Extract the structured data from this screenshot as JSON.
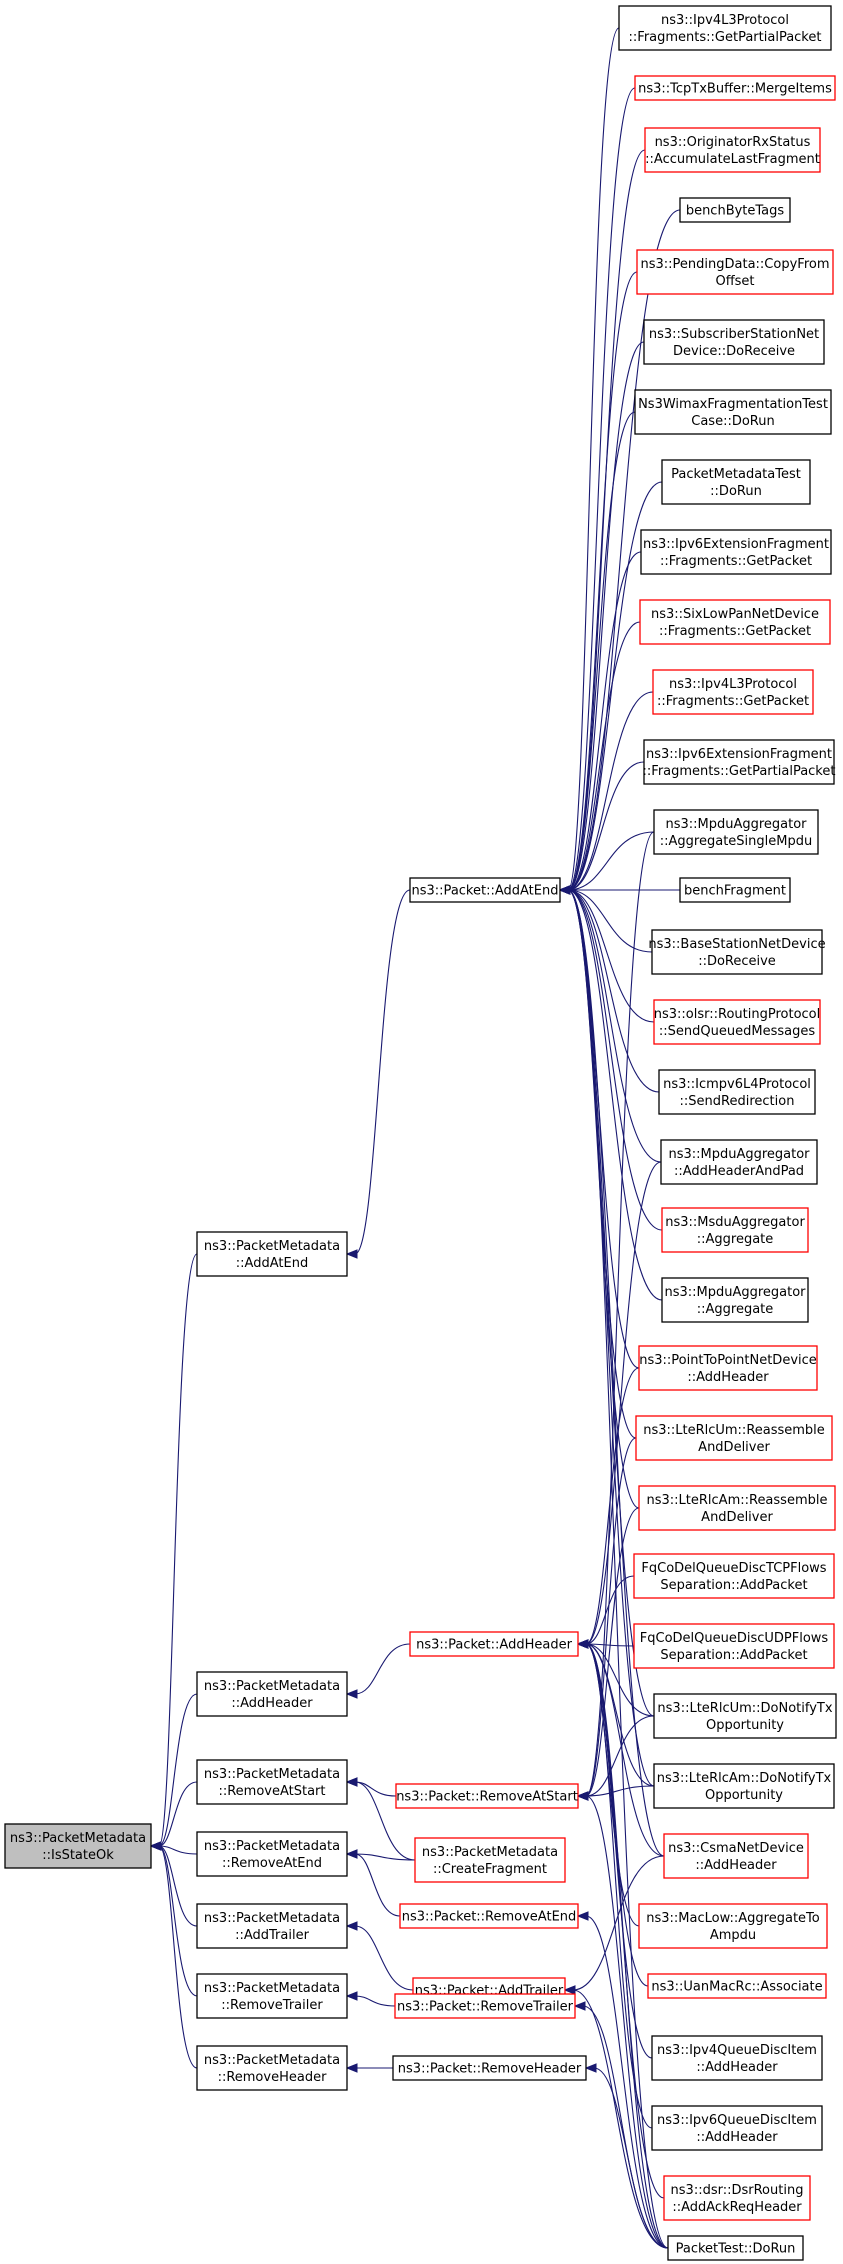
{
  "colors": {
    "edge": "#191970",
    "documented_border": "#000000",
    "undocumented_border": "#ff0000",
    "root_fill": "#bfbfbf"
  },
  "nodes": [
    {
      "id": "root",
      "lines": [
        "ns3::PacketMetadata",
        "::IsStateOk"
      ],
      "style": "root"
    },
    {
      "id": "pm_addatend",
      "lines": [
        "ns3::PacketMetadata",
        "::AddAtEnd"
      ],
      "style": "black"
    },
    {
      "id": "pm_addheader",
      "lines": [
        "ns3::PacketMetadata",
        "::AddHeader"
      ],
      "style": "black"
    },
    {
      "id": "pm_removeatstart",
      "lines": [
        "ns3::PacketMetadata",
        "::RemoveAtStart"
      ],
      "style": "black"
    },
    {
      "id": "pm_removeatend",
      "lines": [
        "ns3::PacketMetadata",
        "::RemoveAtEnd"
      ],
      "style": "black"
    },
    {
      "id": "pm_addtrailer",
      "lines": [
        "ns3::PacketMetadata",
        "::AddTrailer"
      ],
      "style": "black"
    },
    {
      "id": "pm_removetrailer",
      "lines": [
        "ns3::PacketMetadata",
        "::RemoveTrailer"
      ],
      "style": "black"
    },
    {
      "id": "pm_removeheader",
      "lines": [
        "ns3::PacketMetadata",
        "::RemoveHeader"
      ],
      "style": "black"
    },
    {
      "id": "p_addatend",
      "lines": [
        "ns3::Packet::AddAtEnd"
      ],
      "style": "black"
    },
    {
      "id": "p_addheader",
      "lines": [
        "ns3::Packet::AddHeader"
      ],
      "style": "red"
    },
    {
      "id": "p_removeatstart",
      "lines": [
        "ns3::Packet::RemoveAtStart"
      ],
      "style": "red"
    },
    {
      "id": "pm_createfragment",
      "lines": [
        "ns3::PacketMetadata",
        "::CreateFragment"
      ],
      "style": "red"
    },
    {
      "id": "p_removeatend",
      "lines": [
        "ns3::Packet::RemoveAtEnd"
      ],
      "style": "red"
    },
    {
      "id": "p_addtrailer",
      "lines": [
        "ns3::Packet::AddTrailer"
      ],
      "style": "red"
    },
    {
      "id": "p_removetrailer",
      "lines": [
        "ns3::Packet::RemoveTrailer"
      ],
      "style": "red"
    },
    {
      "id": "p_removeheader",
      "lines": [
        "ns3::Packet::RemoveHeader"
      ],
      "style": "black"
    },
    {
      "id": "c1",
      "lines": [
        "ns3::Ipv4L3Protocol",
        "::Fragments::GetPartialPacket"
      ],
      "style": "black"
    },
    {
      "id": "c2",
      "lines": [
        "ns3::TcpTxBuffer::MergeItems"
      ],
      "style": "red"
    },
    {
      "id": "c3",
      "lines": [
        "ns3::OriginatorRxStatus",
        "::AccumulateLastFragment"
      ],
      "style": "red"
    },
    {
      "id": "c4",
      "lines": [
        "benchByteTags"
      ],
      "style": "black"
    },
    {
      "id": "c5",
      "lines": [
        "ns3::PendingData::CopyFrom",
        "Offset"
      ],
      "style": "red"
    },
    {
      "id": "c6",
      "lines": [
        "ns3::SubscriberStationNet",
        "Device::DoReceive"
      ],
      "style": "black"
    },
    {
      "id": "c7",
      "lines": [
        "Ns3WimaxFragmentationTest",
        "Case::DoRun"
      ],
      "style": "black"
    },
    {
      "id": "c8",
      "lines": [
        "PacketMetadataTest",
        "::DoRun"
      ],
      "style": "black"
    },
    {
      "id": "c9",
      "lines": [
        "ns3::Ipv6ExtensionFragment",
        "::Fragments::GetPacket"
      ],
      "style": "black"
    },
    {
      "id": "c10",
      "lines": [
        "ns3::SixLowPanNetDevice",
        "::Fragments::GetPacket"
      ],
      "style": "red"
    },
    {
      "id": "c11",
      "lines": [
        "ns3::Ipv4L3Protocol",
        "::Fragments::GetPacket"
      ],
      "style": "red"
    },
    {
      "id": "c12",
      "lines": [
        "ns3::Ipv6ExtensionFragment",
        "::Fragments::GetPartialPacket"
      ],
      "style": "black"
    },
    {
      "id": "c13",
      "lines": [
        "ns3::MpduAggregator",
        "::AggregateSingleMpdu"
      ],
      "style": "black"
    },
    {
      "id": "c14",
      "lines": [
        "benchFragment"
      ],
      "style": "black"
    },
    {
      "id": "c15",
      "lines": [
        "ns3::BaseStationNetDevice",
        "::DoReceive"
      ],
      "style": "black"
    },
    {
      "id": "c16",
      "lines": [
        "ns3::olsr::RoutingProtocol",
        "::SendQueuedMessages"
      ],
      "style": "red"
    },
    {
      "id": "c17",
      "lines": [
        "ns3::Icmpv6L4Protocol",
        "::SendRedirection"
      ],
      "style": "black"
    },
    {
      "id": "c18",
      "lines": [
        "ns3::MpduAggregator",
        "::AddHeaderAndPad"
      ],
      "style": "black"
    },
    {
      "id": "c19",
      "lines": [
        "ns3::MsduAggregator",
        "::Aggregate"
      ],
      "style": "red"
    },
    {
      "id": "c20",
      "lines": [
        "ns3::MpduAggregator",
        "::Aggregate"
      ],
      "style": "black"
    },
    {
      "id": "c21",
      "lines": [
        "ns3::PointToPointNetDevice",
        "::AddHeader"
      ],
      "style": "red"
    },
    {
      "id": "c22",
      "lines": [
        "ns3::LteRlcUm::Reassemble",
        "AndDeliver"
      ],
      "style": "red"
    },
    {
      "id": "c23",
      "lines": [
        "ns3::LteRlcAm::Reassemble",
        "AndDeliver"
      ],
      "style": "red"
    },
    {
      "id": "c24",
      "lines": [
        "FqCoDelQueueDiscTCPFlows",
        "Separation::AddPacket"
      ],
      "style": "red"
    },
    {
      "id": "c25",
      "lines": [
        "FqCoDelQueueDiscUDPFlows",
        "Separation::AddPacket"
      ],
      "style": "red"
    },
    {
      "id": "c26",
      "lines": [
        "ns3::LteRlcUm::DoNotifyTx",
        "Opportunity"
      ],
      "style": "black"
    },
    {
      "id": "c27",
      "lines": [
        "ns3::LteRlcAm::DoNotifyTx",
        "Opportunity"
      ],
      "style": "black"
    },
    {
      "id": "c28",
      "lines": [
        "ns3::CsmaNetDevice",
        "::AddHeader"
      ],
      "style": "red"
    },
    {
      "id": "c29",
      "lines": [
        "ns3::MacLow::AggregateTo",
        "Ampdu"
      ],
      "style": "red"
    },
    {
      "id": "c30",
      "lines": [
        "ns3::UanMacRc::Associate"
      ],
      "style": "red"
    },
    {
      "id": "c31",
      "lines": [
        "ns3::Ipv4QueueDiscItem",
        "::AddHeader"
      ],
      "style": "black"
    },
    {
      "id": "c32",
      "lines": [
        "ns3::Ipv6QueueDiscItem",
        "::AddHeader"
      ],
      "style": "black"
    },
    {
      "id": "c33",
      "lines": [
        "ns3::dsr::DsrRouting",
        "::AddAckReqHeader"
      ],
      "style": "red"
    },
    {
      "id": "c34",
      "lines": [
        "PacketTest::DoRun"
      ],
      "style": "black"
    }
  ],
  "edges": [
    [
      "pm_addatend",
      "root"
    ],
    [
      "pm_addheader",
      "root"
    ],
    [
      "pm_removeatstart",
      "root"
    ],
    [
      "pm_removeatend",
      "root"
    ],
    [
      "pm_addtrailer",
      "root"
    ],
    [
      "pm_removetrailer",
      "root"
    ],
    [
      "pm_removeheader",
      "root"
    ],
    [
      "p_addatend",
      "pm_addatend"
    ],
    [
      "p_addheader",
      "pm_addheader"
    ],
    [
      "p_removeatstart",
      "pm_removeatstart"
    ],
    [
      "pm_createfragment",
      "pm_removeatstart"
    ],
    [
      "pm_createfragment",
      "pm_removeatend"
    ],
    [
      "p_removeatend",
      "pm_removeatend"
    ],
    [
      "p_addtrailer",
      "pm_addtrailer"
    ],
    [
      "p_removetrailer",
      "pm_removetrailer"
    ],
    [
      "p_removeheader",
      "pm_removeheader"
    ],
    [
      "c1",
      "p_addatend"
    ],
    [
      "c2",
      "p_addatend"
    ],
    [
      "c3",
      "p_addatend"
    ],
    [
      "c4",
      "p_addatend"
    ],
    [
      "c5",
      "p_addatend"
    ],
    [
      "c6",
      "p_addatend"
    ],
    [
      "c7",
      "p_addatend"
    ],
    [
      "c8",
      "p_addatend"
    ],
    [
      "c9",
      "p_addatend"
    ],
    [
      "c10",
      "p_addatend"
    ],
    [
      "c11",
      "p_addatend"
    ],
    [
      "c12",
      "p_addatend"
    ],
    [
      "c13",
      "p_addatend"
    ],
    [
      "c14",
      "p_addatend"
    ],
    [
      "c15",
      "p_addatend"
    ],
    [
      "c16",
      "p_addatend"
    ],
    [
      "c17",
      "p_addatend"
    ],
    [
      "c18",
      "p_addatend"
    ],
    [
      "c19",
      "p_addatend"
    ],
    [
      "c20",
      "p_addatend"
    ],
    [
      "c21",
      "p_addatend"
    ],
    [
      "c22",
      "p_addatend"
    ],
    [
      "c23",
      "p_addatend"
    ],
    [
      "c26",
      "p_addatend"
    ],
    [
      "c27",
      "p_addatend"
    ],
    [
      "c28",
      "p_addatend"
    ],
    [
      "c34",
      "p_addatend"
    ],
    [
      "c24",
      "p_addheader"
    ],
    [
      "c25",
      "p_addheader"
    ],
    [
      "c26",
      "p_addheader"
    ],
    [
      "c27",
      "p_addheader"
    ],
    [
      "c28",
      "p_addheader"
    ],
    [
      "c29",
      "p_addheader"
    ],
    [
      "c30",
      "p_addheader"
    ],
    [
      "c31",
      "p_addheader"
    ],
    [
      "c32",
      "p_addheader"
    ],
    [
      "c33",
      "p_addheader"
    ],
    [
      "c34",
      "p_addheader"
    ],
    [
      "c18",
      "p_addheader"
    ],
    [
      "c21",
      "p_addheader"
    ],
    [
      "c13",
      "p_removeatstart"
    ],
    [
      "c22",
      "p_removeatstart"
    ],
    [
      "c23",
      "p_removeatstart"
    ],
    [
      "c26",
      "p_removeatstart"
    ],
    [
      "c27",
      "p_removeatstart"
    ],
    [
      "c34",
      "p_removeatstart"
    ],
    [
      "c28",
      "p_addtrailer"
    ],
    [
      "c34",
      "p_addtrailer"
    ],
    [
      "c34",
      "p_removetrailer"
    ],
    [
      "c34",
      "p_removeheader"
    ],
    [
      "c34",
      "p_removeatend"
    ]
  ]
}
